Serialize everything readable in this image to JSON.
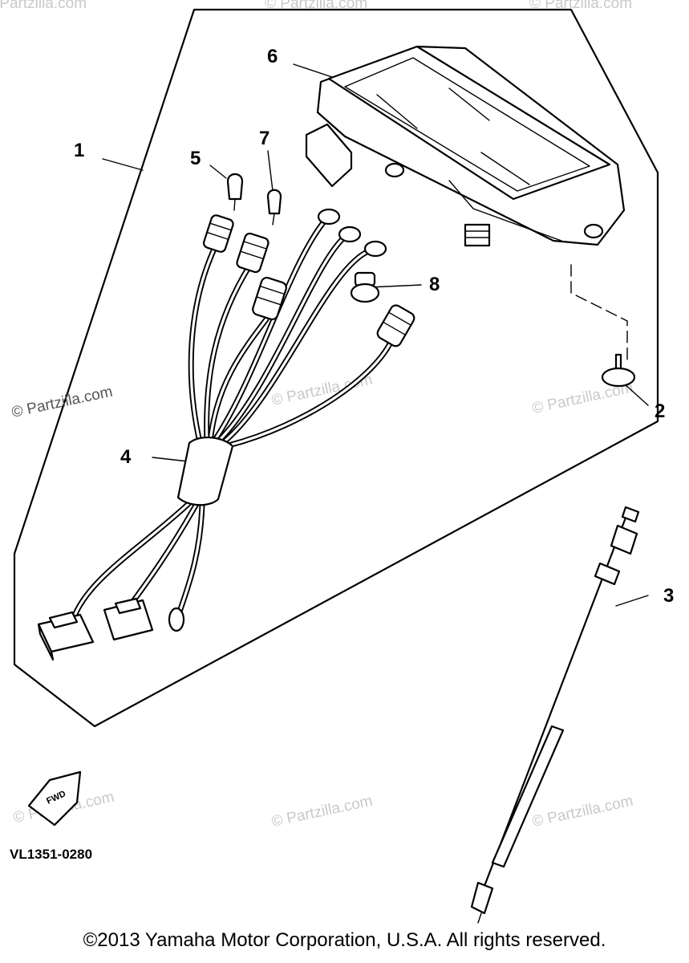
{
  "diagram": {
    "callouts": [
      "1",
      "2",
      "3",
      "4",
      "5",
      "6",
      "7",
      "8"
    ],
    "diagram_code": "VL1351-0280",
    "fwd_label": "FWD",
    "watermarks": [
      "© Partzilla.com",
      "© Partzilla.com",
      "© Partzilla.com",
      "© Partzilla.com",
      "© Partzilla.com",
      "© Partzilla.com",
      "© Partzilla.com",
      "© Partzilla.com"
    ],
    "copyright": "©2013 Yamaha Motor Corporation, U.S.A. All rights reserved."
  },
  "colors": {
    "line": "#000000",
    "watermark": "#c9c9c9",
    "background": "#ffffff"
  }
}
